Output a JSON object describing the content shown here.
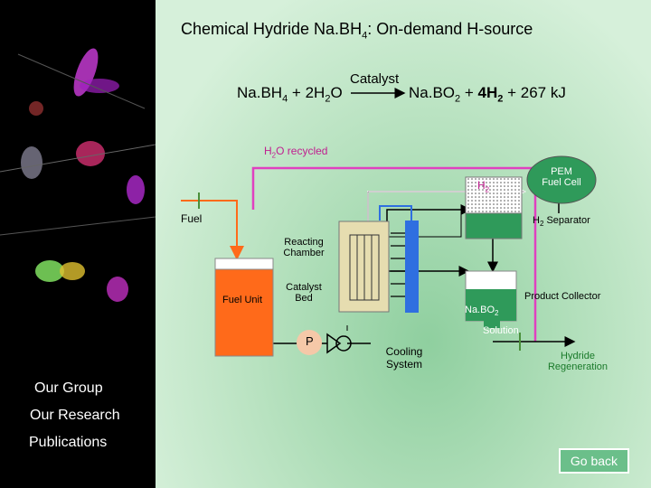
{
  "title": {
    "pre": "Chemical Hydride Na.BH",
    "sub": "4",
    "post": ": On-demand H-source"
  },
  "reaction": {
    "catalyst": "Catalyst",
    "lhs": {
      "a": "Na.BH",
      "a_sub": "4",
      "b": " + 2H",
      "b_sub": "2",
      "c": "O"
    },
    "rhs": {
      "a": "Na.BO",
      "a_sub": "2",
      "b": " + ",
      "c": "4H",
      "c_sub": "2",
      "d": " + 267 kJ"
    }
  },
  "labels": {
    "h2o_recycled": {
      "pre": "H",
      "sub": "2",
      "post": "O recycled"
    },
    "h2": {
      "pre": "H",
      "sub": "2"
    },
    "pem": {
      "line1": "PEM",
      "line2": "Fuel Cell"
    },
    "fuel": "Fuel",
    "h2_separator": {
      "pre": "H",
      "sub": "2",
      "post": " Separator"
    },
    "reacting_chamber": {
      "line1": "Reacting",
      "line2": "Chamber"
    },
    "catalyst_bed": {
      "line1": "Catalyst",
      "line2": "Bed"
    },
    "fuel_unit": "Fuel Unit",
    "product_collector": "Product Collector",
    "nabo2": {
      "pre": "Na.BO",
      "sub": "2"
    },
    "solution": "Solution",
    "pump": "P",
    "cooling_system": {
      "line1": "Cooling",
      "line2": "System"
    },
    "hydride_regeneration": {
      "line1": "Hydride",
      "line2": "Regeneration"
    }
  },
  "nav": {
    "our_group": "Our Group",
    "our_research": "Our Research",
    "publications": "Publications"
  },
  "go_back": "Go back",
  "colors": {
    "magenta": "#e040c0",
    "fuel_orange": "#ff6a1a",
    "tank_green": "#2f9a5a",
    "cooling_blue": "#2f6fe0",
    "chamber_tan": "#e6ddb0"
  }
}
